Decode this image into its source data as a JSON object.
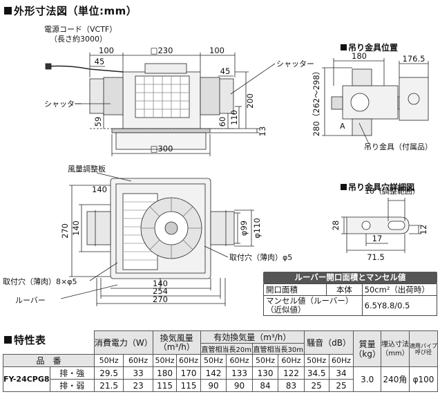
{
  "outline_section": {
    "title": "外形寸法図（単位:mm）"
  },
  "hanger_position": {
    "title": "吊り金具位置"
  },
  "hanger_hole_detail": {
    "title": "吊り金具穴詳細図"
  },
  "drawing_labels": {
    "power_cord": "電源コード（VCTF）",
    "power_cord_length": "（長さ約3000）",
    "shutter_right": "シャッター",
    "shutter_left": "シャッター",
    "airflow_plate": "風量調整板",
    "mount_hole_right": "取付穴（薄肉）φ5",
    "mount_hole_left": "取付穴（薄肉）8×φ5",
    "louver": "ルーバー",
    "hanger_fitting": "吊り金具（付属品）",
    "point_a": "A",
    "adjust_range": "18（調整範囲）"
  },
  "dimensions": {
    "front": [
      "100",
      "□230",
      "100",
      "45",
      "45",
      "200",
      "110",
      "60",
      "59",
      "□300",
      "13"
    ],
    "plan": [
      "140",
      "270",
      "φ99",
      "φ110",
      "140",
      "254",
      "270"
    ],
    "hanger": [
      "180",
      "176.5",
      "280（262〜298）"
    ],
    "detail": [
      "28",
      "17",
      "12",
      "71.5"
    ]
  },
  "louver_table": {
    "title": "ルーバー開口面積とマンセル値",
    "row1_label": "開口面積",
    "row1_sub": "本体",
    "row1_value": "50cm²（出荷時）",
    "row2_label": "マンセル値（ルーバー）",
    "row2_sub": "（近似値）",
    "row2_value": "6.5Y8.8/0.5"
  },
  "spec_section": {
    "title": "特性表"
  },
  "spec_table": {
    "header": {
      "power": "消費電力（W）",
      "airflow": "換気風量",
      "airflow_unit": "（m³/h）",
      "effective_airflow": "有効換気量（m³/h）",
      "duct20": "直管相当長20m",
      "duct30": "直管相当長30m",
      "noise": "騒音（dB）",
      "mass": "質量",
      "mass_unit": "（kg）",
      "cutout": "埋込寸法",
      "cutout_unit": "（mm）",
      "duct_size_line1": "適用パイプ",
      "duct_size_line2": "呼び径",
      "product_label": "品　番",
      "hz": [
        "50Hz",
        "60Hz",
        "50Hz",
        "60Hz",
        "50Hz",
        "60Hz",
        "50Hz",
        "60Hz",
        "50Hz",
        "60Hz"
      ]
    },
    "model": "FY-24CPG8",
    "rows": [
      {
        "mode": "排・強",
        "values": [
          "29.5",
          "33",
          "180",
          "170",
          "142",
          "133",
          "130",
          "122",
          "34.5",
          "34"
        ]
      },
      {
        "mode": "排・弱",
        "values": [
          "21.5",
          "23",
          "115",
          "115",
          "90",
          "90",
          "84",
          "83",
          "25",
          "25"
        ]
      }
    ],
    "mass": "3.0",
    "cutout": "240角",
    "duct": "φ100"
  }
}
